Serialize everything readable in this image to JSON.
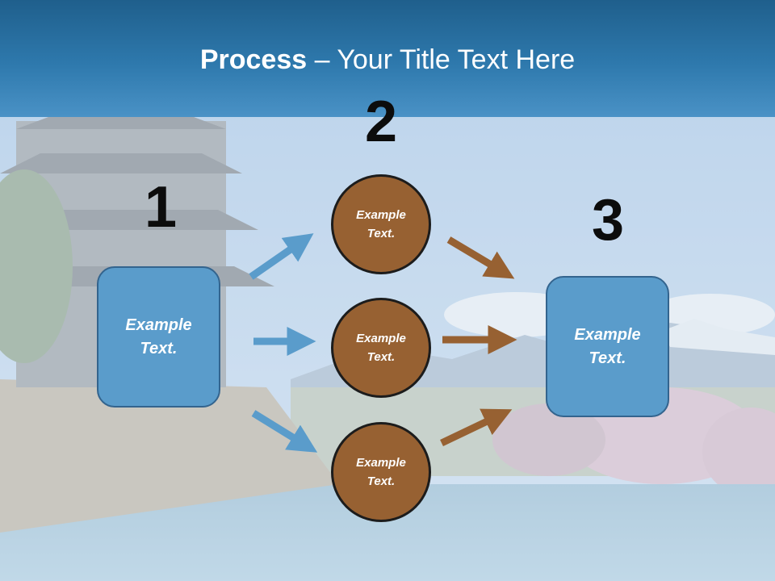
{
  "title": {
    "bold": "Process",
    "rest": " – Your Title Text Here"
  },
  "steps": {
    "one": "1",
    "two": "2",
    "three": "3"
  },
  "left_box": {
    "text": "Example Text."
  },
  "circles": [
    {
      "text": "Example Text."
    },
    {
      "text": "Example Text."
    },
    {
      "text": "Example Text."
    }
  ],
  "right_box": {
    "text": "Example Text."
  },
  "colors": {
    "title_band": "#2e79ad",
    "box_fill": "#5a9ccb",
    "box_border": "#33648e",
    "circle_fill": "#976132",
    "blue_arrow": "#5a9ccb",
    "brown_arrow": "#976132"
  }
}
